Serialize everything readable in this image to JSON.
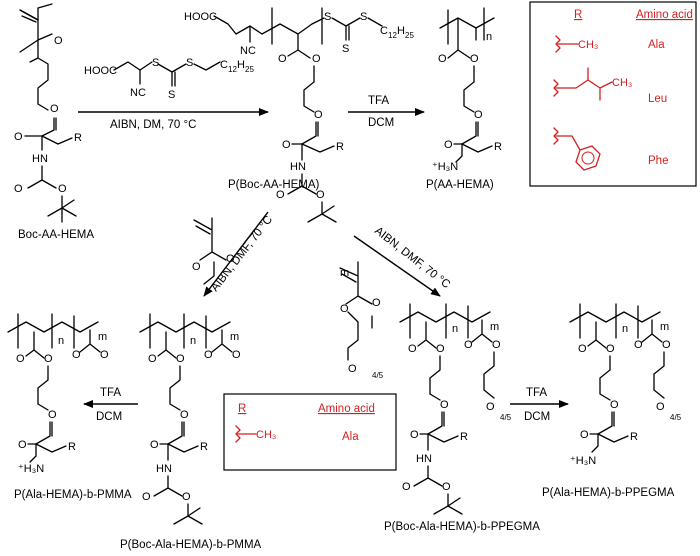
{
  "monomer": {
    "name": "Boc-AA-HEMA",
    "R": "R",
    "NH": "HN",
    "O": "O"
  },
  "cta": {
    "acid": "HOOC",
    "nitrile": "NC",
    "S": "S",
    "chain": "C",
    "chain_sub": "12",
    "chain_h": "H",
    "chain_h_sub": "25"
  },
  "step1": {
    "conditions": "AIBN, DM, 70 °C"
  },
  "polymer1": {
    "name": "P(Boc-AA-HEMA)",
    "acid": "HOOC",
    "nitrile": "NC"
  },
  "step2": {
    "reagent": "TFA",
    "solvent": "DCM"
  },
  "polymer2": {
    "name": "P(AA-HEMA)",
    "n": "n",
    "amine": "⁺H₃N"
  },
  "table_top": {
    "col_r": "R",
    "col_aa": "Amino acid",
    "rows": [
      {
        "r": "CH₃",
        "aa": "Ala"
      },
      {
        "r": "CH₃",
        "aa": "Leu"
      },
      {
        "r": "",
        "aa": "Phe"
      }
    ]
  },
  "step3": {
    "conditions": "AIBN, DMF, 70 °C"
  },
  "step4": {
    "conditions": "AIBN, DMF, 70 °C",
    "m": "m",
    "peg_sub": "4/5"
  },
  "polymer3": {
    "name": "P(Boc-Ala-HEMA)-b-PMMA",
    "n": "n",
    "m": "m"
  },
  "polymer4": {
    "name": "P(Ala-HEMA)-b-PMMA",
    "n": "n",
    "m": "m",
    "amine": "⁺H₃N"
  },
  "step5": {
    "reagent": "TFA",
    "solvent": "DCM"
  },
  "table_mid": {
    "col_r": "R",
    "col_aa": "Amino acid",
    "r": "CH₃",
    "aa": "Ala"
  },
  "polymer5": {
    "name": "P(Boc-Ala-HEMA)-b-PPEGMA",
    "n": "n",
    "m": "m",
    "peg_sub": "4/5"
  },
  "step6": {
    "reagent": "TFA",
    "solvent": "DCM"
  },
  "polymer6": {
    "name": "P(Ala-HEMA)-b-PPEGMA",
    "n": "n",
    "m": "m",
    "peg_sub": "4/5",
    "amine": "⁺H₃N"
  },
  "colors": {
    "structure": "#000000",
    "highlight": "#d42020"
  }
}
